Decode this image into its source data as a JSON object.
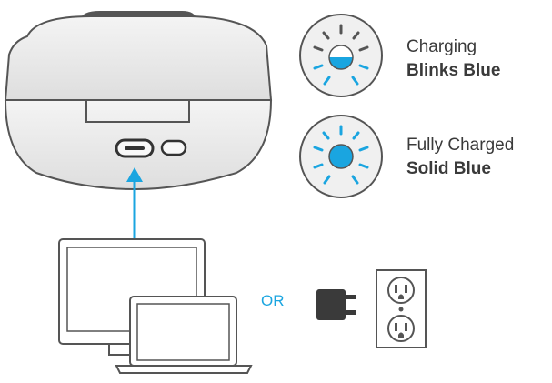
{
  "statuses": [
    {
      "title": "Charging",
      "description": "Blinks Blue",
      "icon": "led-half-blue-icon"
    },
    {
      "title": "Fully Charged",
      "description": "Solid Blue",
      "icon": "led-solid-blue-icon"
    }
  ],
  "connector_label": "OR",
  "colors": {
    "accent": "#1aa5e0",
    "outline": "#555555",
    "case_fill": "#ececec",
    "dark": "#3a3a3a"
  }
}
